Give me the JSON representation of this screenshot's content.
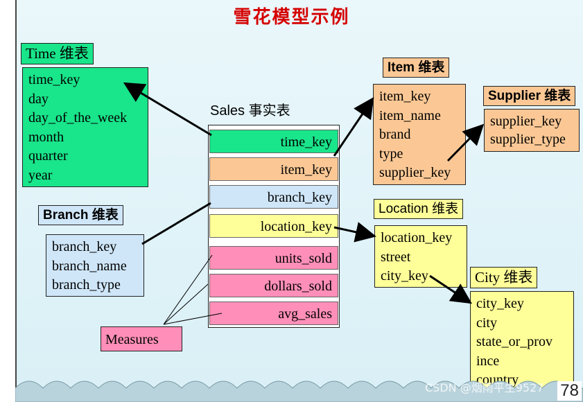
{
  "title": "雪花模型示例",
  "fact": {
    "title": "Sales  事实表",
    "rows": [
      "time_key",
      "item_key",
      "branch_key",
      "location_key",
      "units_sold",
      "dollars_sold",
      "avg_sales"
    ]
  },
  "time": {
    "label": "Time 维表",
    "fields": [
      "time_key",
      "day",
      "day_of_the_week",
      "month",
      "quarter",
      "year"
    ]
  },
  "branch": {
    "label": "Branch 维表",
    "fields": [
      "branch_key",
      "branch_name",
      "branch_type"
    ]
  },
  "item": {
    "label": "Item 维表",
    "fields": [
      "item_key",
      "item_name",
      "brand",
      "type",
      "supplier_key"
    ]
  },
  "supplier": {
    "label": "Supplier 维表",
    "fields": [
      "supplier_key",
      "supplier_type"
    ]
  },
  "location": {
    "label": "Location 维表",
    "fields": [
      "location_key",
      "street",
      "city_key"
    ]
  },
  "city": {
    "label": "City 维表",
    "fields": [
      "city_key",
      "city",
      "state_or_prov",
      "ince",
      "country"
    ]
  },
  "measures": {
    "label": "Measures"
  },
  "page_number": "78",
  "watermark": "CSDN @烟雨平生9527",
  "colors": {
    "title": "#d50000",
    "green": "#19e58a",
    "orange": "#fbc895",
    "light_blue": "#cfe6f8",
    "yellow": "#ffff99",
    "pink": "#ff8fb8"
  }
}
